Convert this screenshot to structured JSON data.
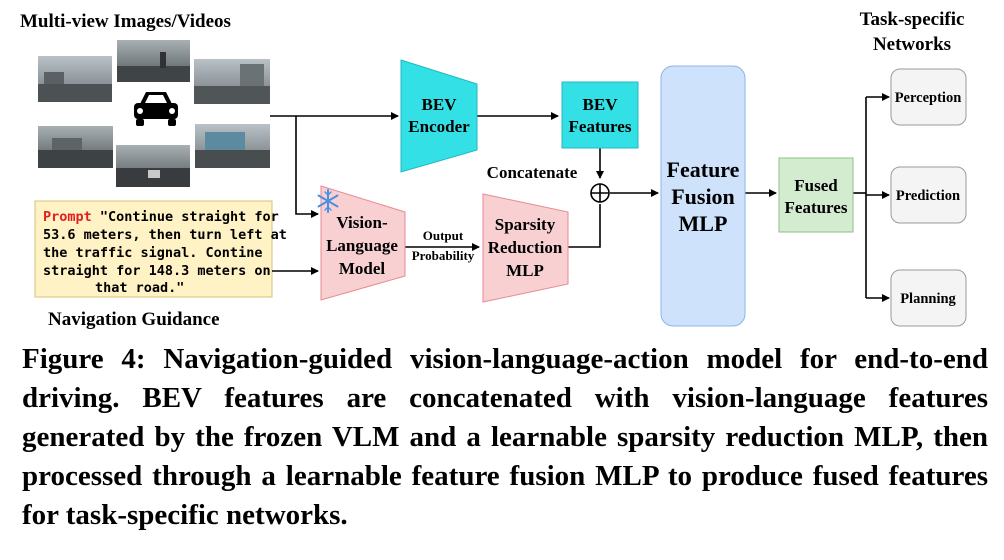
{
  "diagram": {
    "input_title": "Multi-view Images/Videos",
    "task_title_line1": "Task-specific",
    "task_title_line2": "Networks",
    "prompt_keyword": "Prompt",
    "prompt_lines": [
      "\"Continue straight for",
      "53.6 meters, then turn left at",
      "the traffic signal. Contine",
      "straight for 148.3 meters on",
      "that road.\""
    ],
    "navigation_label": "Navigation Guidance",
    "bev_encoder_line1": "BEV",
    "bev_encoder_line2": "Encoder",
    "bev_features_line1": "BEV",
    "bev_features_line2": "Features",
    "concatenate_label": "Concatenate",
    "vlm_line1": "Vision-",
    "vlm_line2": "Language",
    "vlm_line3": "Model",
    "output_prob_line1": "Output",
    "output_prob_line2": "Probability",
    "sparsity_line1": "Sparsity",
    "sparsity_line2": "Reduction",
    "sparsity_line3": "MLP",
    "fusion_line1": "Feature",
    "fusion_line2": "Fusion",
    "fusion_line3": "MLP",
    "fused_line1": "Fused",
    "fused_line2": "Features",
    "perception": "Perception",
    "prediction": "Prediction",
    "planning": "Planning"
  },
  "caption": "Figure 4: Navigation-guided vision-language-action model for end-to-end driving. BEV features are concatenated with vision-language features generated by the frozen VLM and a learnable sparsity reduction MLP, then processed through a learnable feature fusion MLP to produce fused features for task-specific networks.",
  "colors": {
    "bev_cyan": "#33e0e6",
    "pink_fill": "#f8d0d2",
    "pink_stroke": "#e88a90",
    "fusion_blue": "#cfe2fb",
    "fused_green": "#d3ecd0",
    "prompt_fill": "#fff2c4",
    "prompt_red": "#e02020",
    "snowflake_blue": "#4a90e2"
  }
}
